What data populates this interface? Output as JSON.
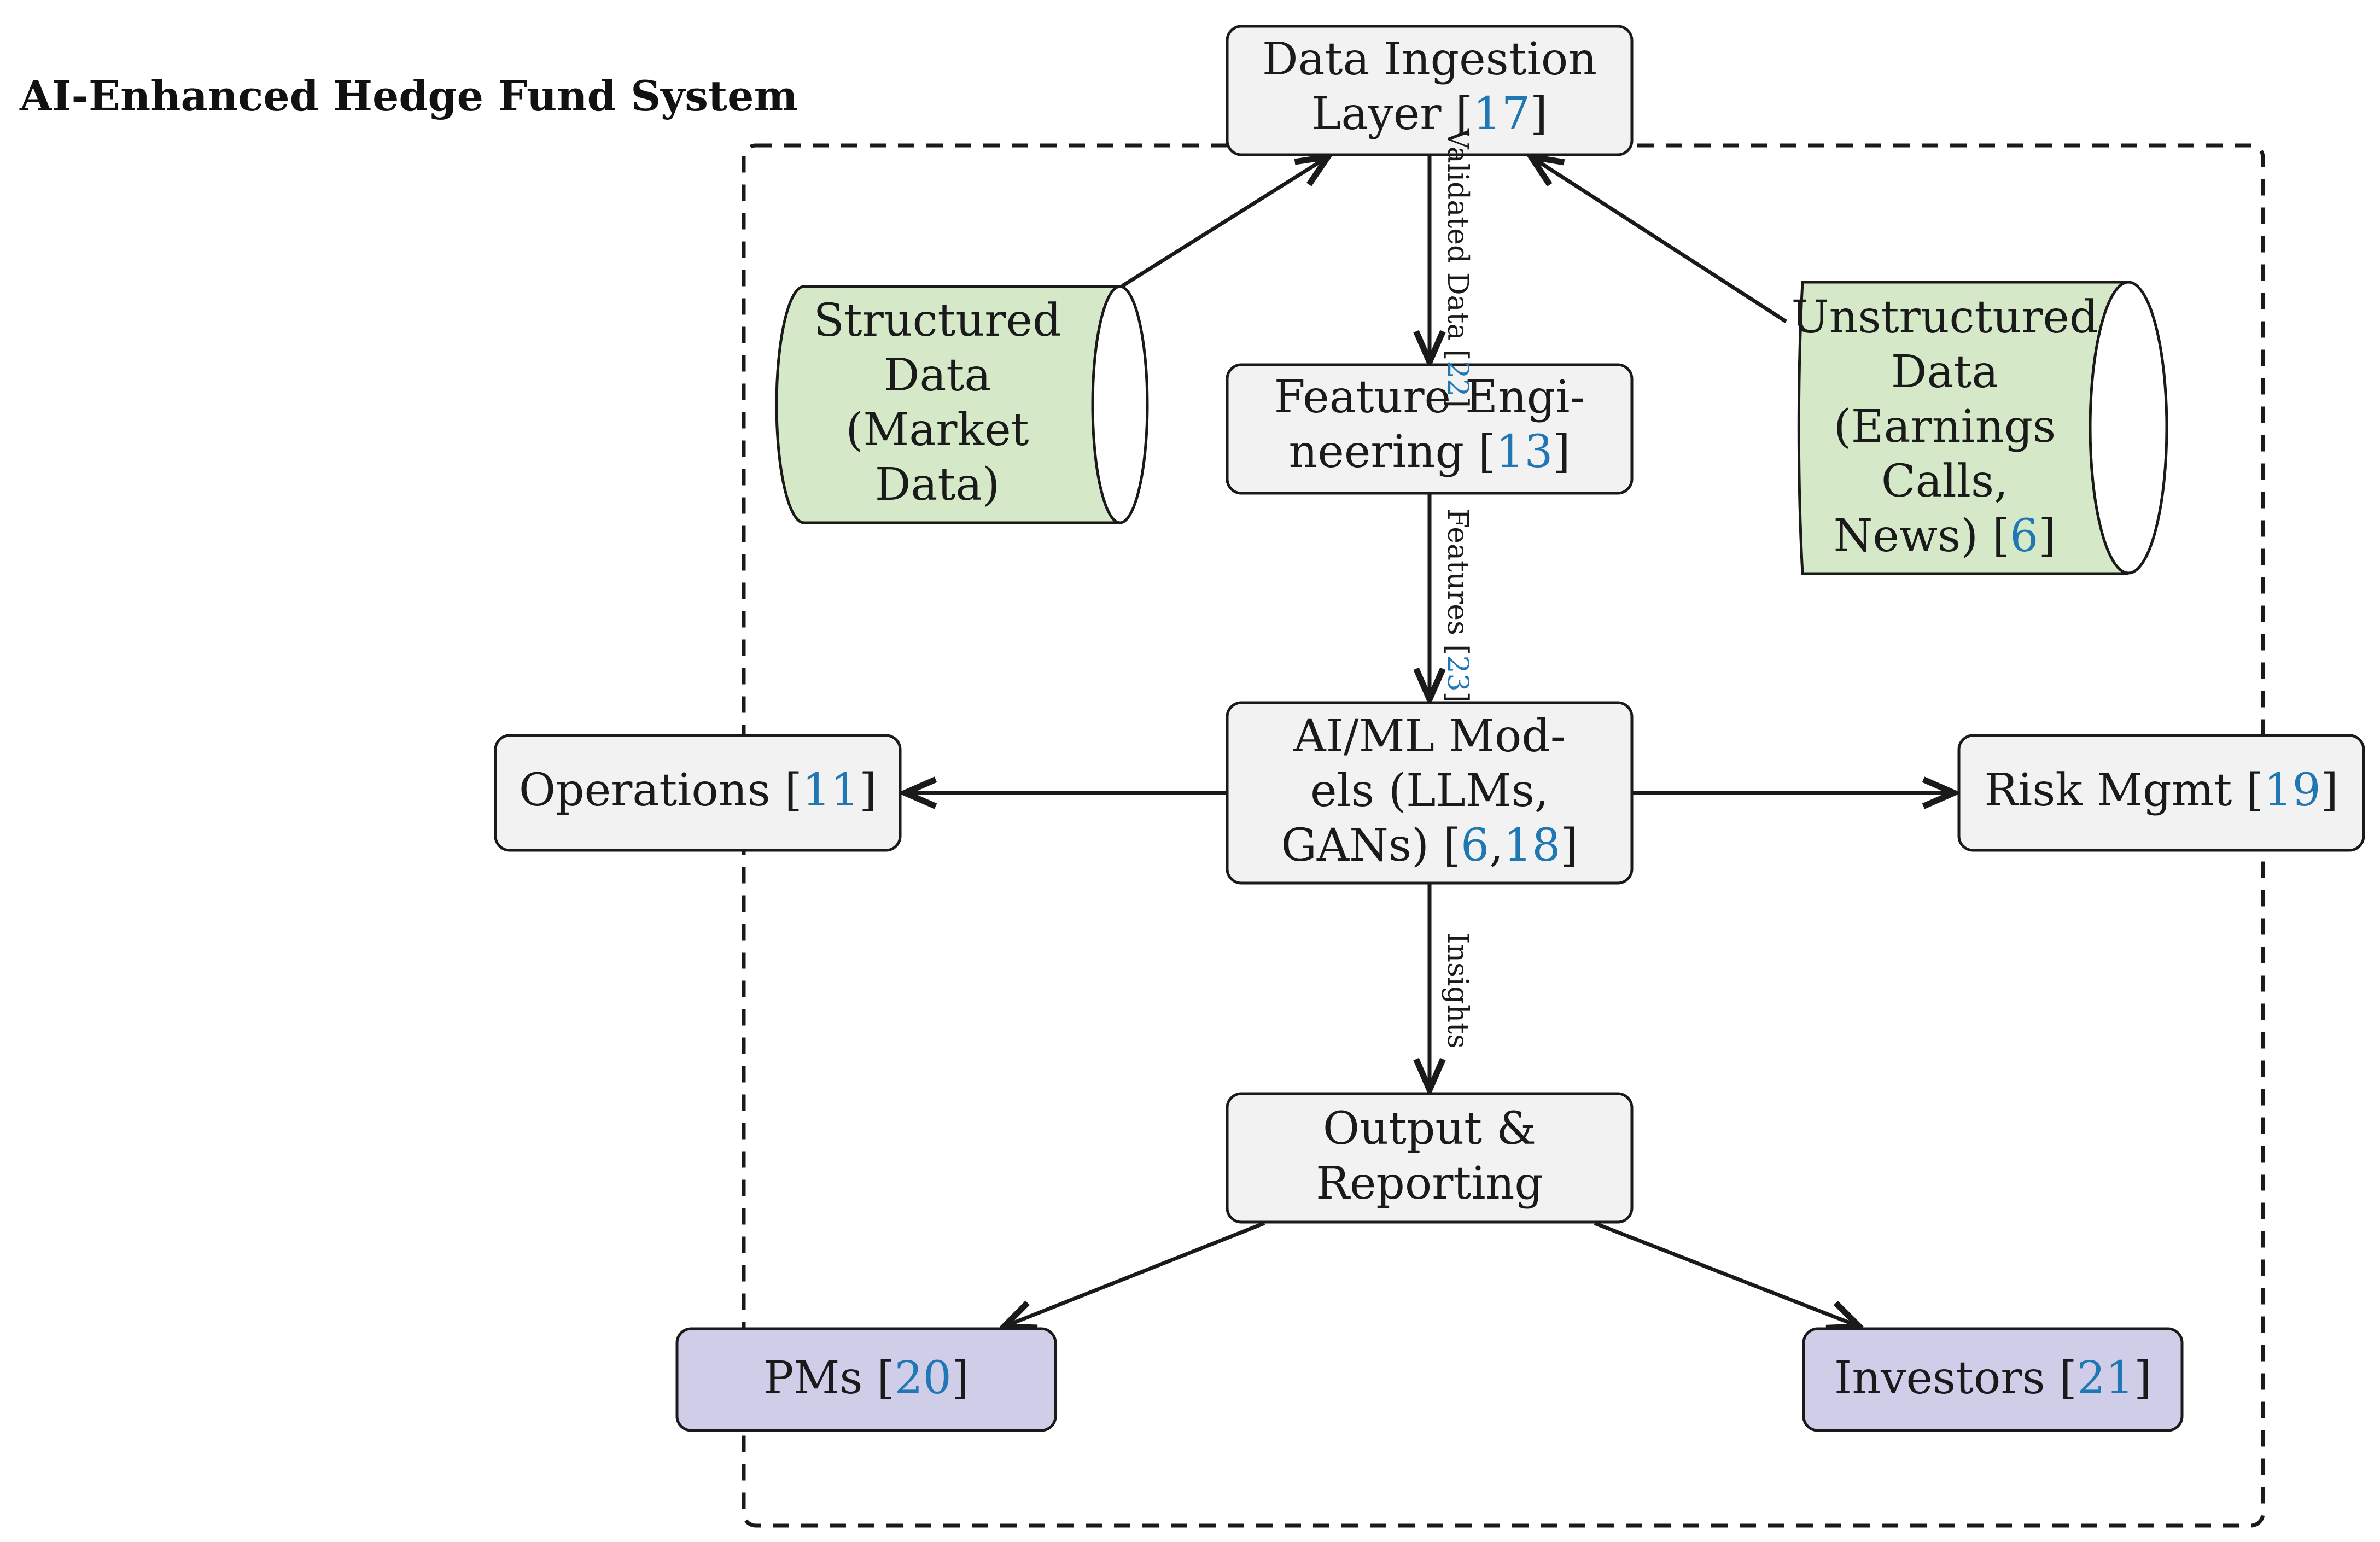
{
  "title": "AI-Enhanced Hedge Fund System",
  "colors": {
    "process_fill": "#f2f2f2",
    "data_fill": "#d5e8c8",
    "stakeholder_fill": "#d0cde8",
    "stroke": "#1a1a1a",
    "citation": "#1f78b4"
  },
  "nodes": {
    "ingestion": {
      "lines": [
        [
          {
            "t": "Data Ingestion"
          }
        ],
        [
          {
            "t": "Layer ["
          },
          {
            "t": "17",
            "cite": true
          },
          {
            "t": "]"
          }
        ]
      ]
    },
    "structured": {
      "lines": [
        [
          {
            "t": "Structured"
          }
        ],
        [
          {
            "t": "Data"
          }
        ],
        [
          {
            "t": "(Market"
          }
        ],
        [
          {
            "t": "Data)"
          }
        ]
      ]
    },
    "unstructured": {
      "lines": [
        [
          {
            "t": "Unstructured"
          }
        ],
        [
          {
            "t": "Data"
          }
        ],
        [
          {
            "t": "(Earnings"
          }
        ],
        [
          {
            "t": "Calls,"
          }
        ],
        [
          {
            "t": "News) ["
          },
          {
            "t": "6",
            "cite": true
          },
          {
            "t": "]"
          }
        ]
      ]
    },
    "feature": {
      "lines": [
        [
          {
            "t": "Feature Engi-"
          }
        ],
        [
          {
            "t": "neering ["
          },
          {
            "t": "13",
            "cite": true
          },
          {
            "t": "]"
          }
        ]
      ]
    },
    "models": {
      "lines": [
        [
          {
            "t": "AI/ML Mod-"
          }
        ],
        [
          {
            "t": "els (LLMs,"
          }
        ],
        [
          {
            "t": "GANs) ["
          },
          {
            "t": "6",
            "cite": true
          },
          {
            "t": ","
          },
          {
            "t": "18",
            "cite": true
          },
          {
            "t": "]"
          }
        ]
      ]
    },
    "operations": {
      "lines": [
        [
          {
            "t": "Operations ["
          },
          {
            "t": "11",
            "cite": true
          },
          {
            "t": "]"
          }
        ]
      ]
    },
    "risk": {
      "lines": [
        [
          {
            "t": "Risk Mgmt ["
          },
          {
            "t": "19",
            "cite": true
          },
          {
            "t": "]"
          }
        ]
      ]
    },
    "output": {
      "lines": [
        [
          {
            "t": "Output &"
          }
        ],
        [
          {
            "t": "Reporting"
          }
        ]
      ]
    },
    "pms": {
      "lines": [
        [
          {
            "t": "PMs ["
          },
          {
            "t": "20",
            "cite": true
          },
          {
            "t": "]"
          }
        ]
      ]
    },
    "investors": {
      "lines": [
        [
          {
            "t": "Investors ["
          },
          {
            "t": "21",
            "cite": true
          },
          {
            "t": "]"
          }
        ]
      ]
    }
  },
  "edge_labels": {
    "validated": [
      {
        "t": "Validated Data ["
      },
      {
        "t": "22",
        "cite": true
      },
      {
        "t": "]"
      }
    ],
    "features": [
      {
        "t": "Features ["
      },
      {
        "t": "23",
        "cite": true
      },
      {
        "t": "]"
      }
    ],
    "insights": [
      {
        "t": "Insights"
      }
    ]
  }
}
